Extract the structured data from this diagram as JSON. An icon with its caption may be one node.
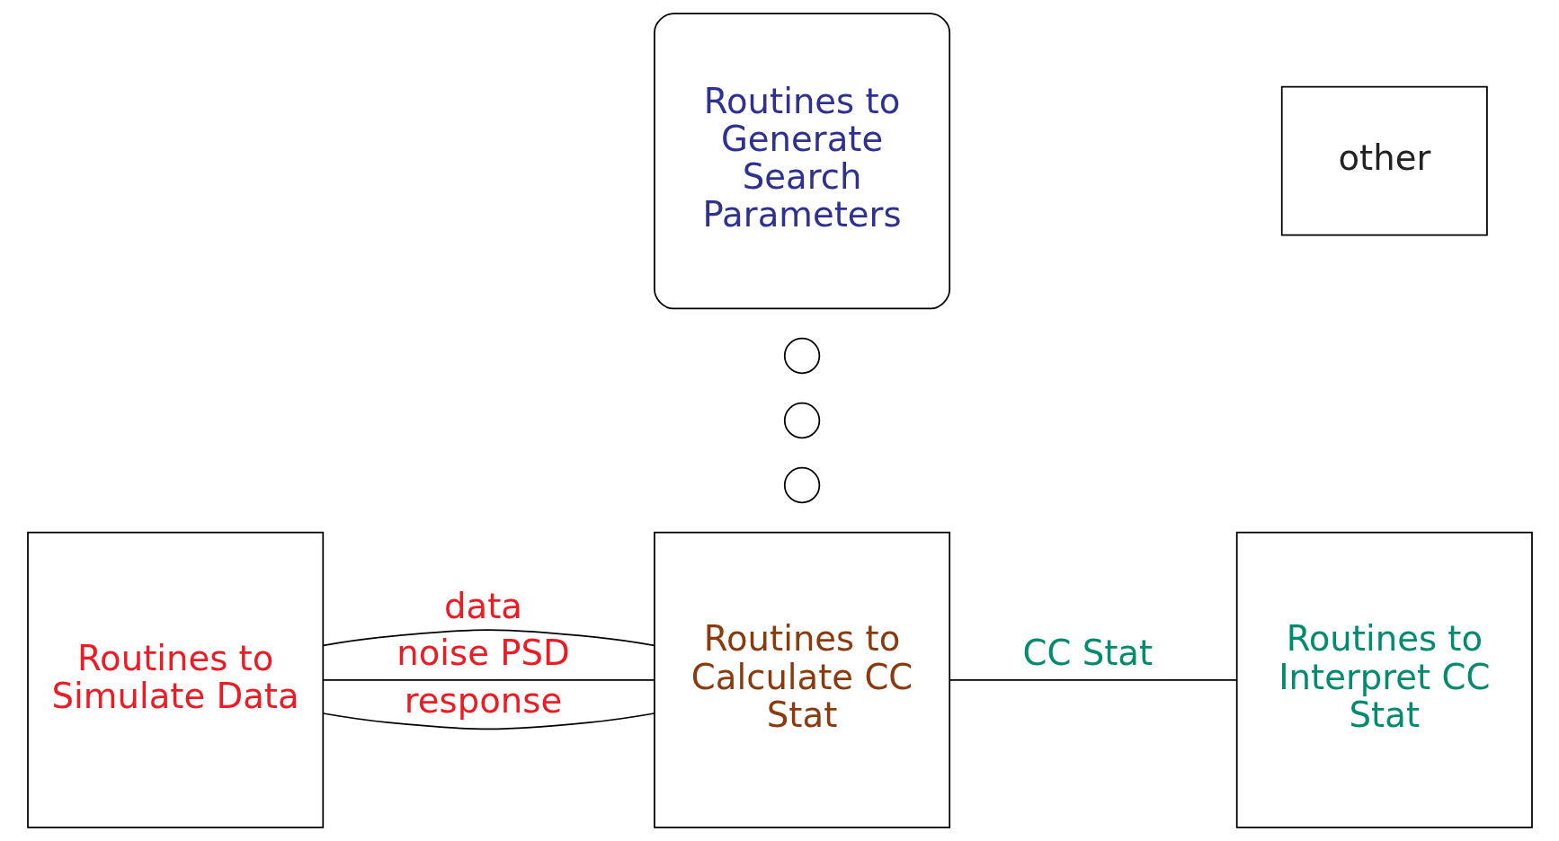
{
  "diagram": {
    "nodes": [
      {
        "text": [
          "Routines to Generate Search Parameters"
        ]
      },
      {
        "text": [
          "other"
        ]
      },
      {
        "text": [],
        "shape": "circle"
      },
      {
        "text": [],
        "shape": "circle"
      },
      {
        "text": [],
        "shape": "circle"
      },
      {
        "text": [
          "Routines to Simulate Data"
        ]
      },
      {
        "text": [
          "Routines to Calculate CC Stat"
        ]
      },
      {
        "text": [
          "Routines to Interpret CC Stat"
        ]
      }
    ],
    "edges": [
      {
        "from": 5,
        "to": 6,
        "arrow": "none",
        "label": "data"
      },
      {
        "from": 5,
        "to": 6,
        "arrow": "none",
        "label": "noise PSD"
      },
      {
        "from": 5,
        "to": 6,
        "arrow": "none",
        "label": "response"
      },
      {
        "from": 6,
        "to": 7,
        "arrow": "none",
        "label": "CC Stat"
      }
    ]
  }
}
